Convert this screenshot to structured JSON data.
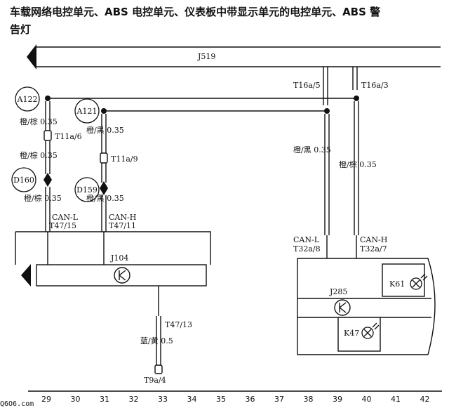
{
  "title_line1": "车载网络电控单元、ABS 电控单元、仪表板中带显示单元的电控单元、ABS 警",
  "title_line2": "告灯",
  "bus_label": "J519",
  "connectors": {
    "a122": "A122",
    "a121": "A121",
    "d160": "D160",
    "d159": "D159"
  },
  "wires": {
    "w1": "橙/棕 0.35",
    "w2": "橙/黑 0.35",
    "w3": "橙/棕 0.35",
    "w4": "橙/棕 0.35",
    "w5": "橙/黑 0.35",
    "w6": "橙/黑 0.35",
    "w7": "橙/棕 0.35",
    "w8": "蓝/黄 0.5"
  },
  "pins": {
    "t11a6": "T11a/6",
    "t11a9": "T11a/9",
    "t16a5": "T16a/5",
    "t16a3": "T16a/3",
    "t47_15": "T47/15",
    "t47_11": "T47/11",
    "t47_13": "T47/13",
    "t32a8": "T32a/8",
    "t32a7": "T32a/7",
    "t9a4": "T9a/4"
  },
  "can": {
    "can_l_left": "CAN-L",
    "can_h_left": "CAN-H",
    "can_l_right": "CAN-L",
    "can_h_right": "CAN-H"
  },
  "units": {
    "j104": "J104",
    "j285": "J285",
    "k61": "K61",
    "k47": "K47"
  },
  "axis_ticks": [
    "29",
    "30",
    "31",
    "32",
    "33",
    "34",
    "35",
    "36",
    "37",
    "38",
    "39",
    "40",
    "41",
    "42"
  ],
  "watermark": "Q6O6.com",
  "colors": {
    "ink": "#111111",
    "paper": "#ffffff"
  }
}
